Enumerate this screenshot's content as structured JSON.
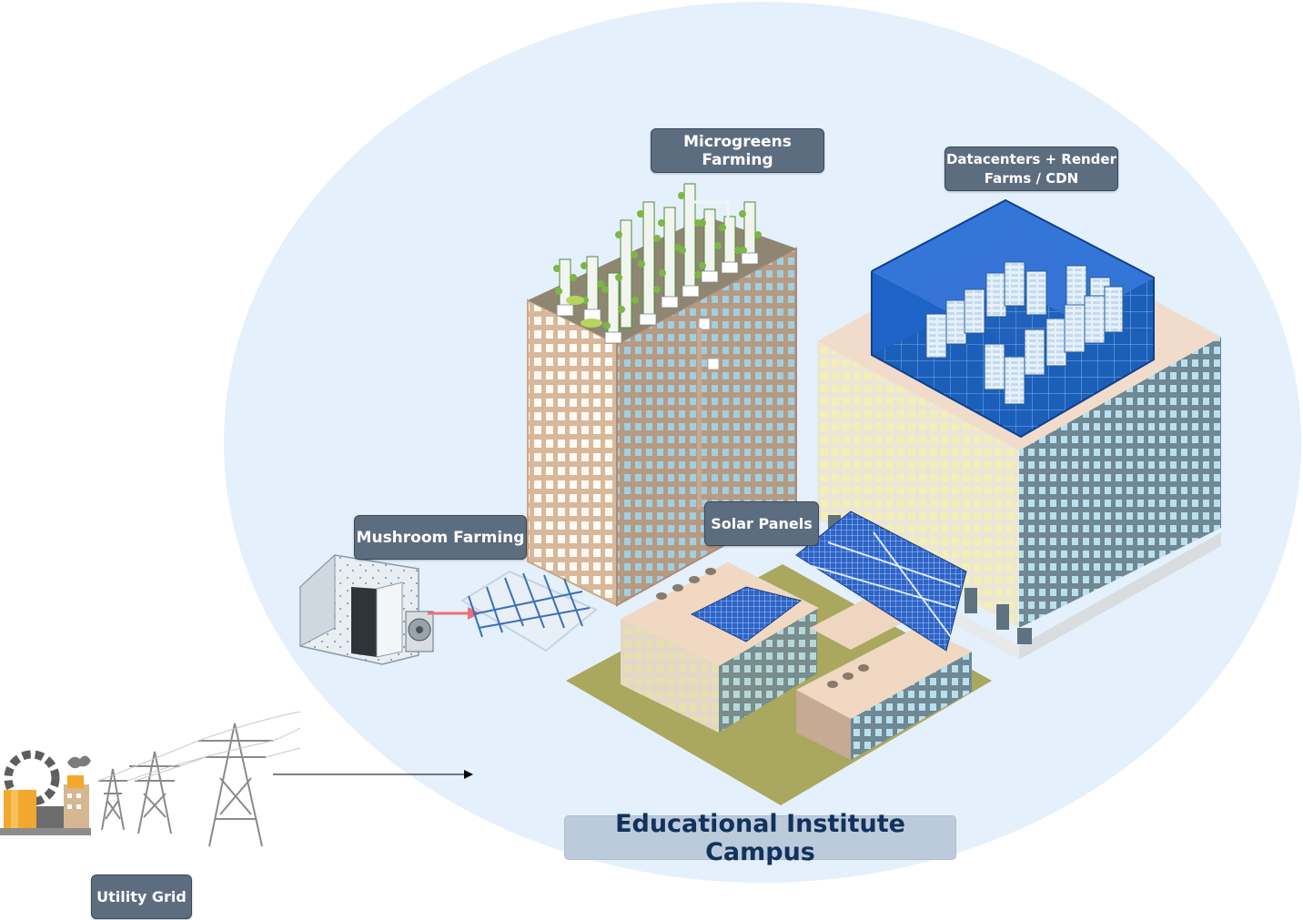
{
  "labels": {
    "microgreens": "Microgreens Farming",
    "datacenters_line1": "Datacenters + Render",
    "datacenters_line2": "Farms / CDN",
    "mushroom": "Mushroom Farming",
    "solar": "Solar Panels",
    "utility_grid": "Utility Grid",
    "campus": "Educational Institute Campus"
  },
  "colors": {
    "campus_zone": "#e4f0fb",
    "label_bg": "#5d6d80",
    "campus_label_bg": "#bccbdb",
    "campus_label_text": "#10325c",
    "connector_red": "#f07070",
    "grid_arrow": "#000000"
  },
  "icons": [
    "factory-icon",
    "power-tower-icon",
    "mushroom-cold-room-icon",
    "grow-rack-icon",
    "solar-panel-icon",
    "server-rack-icon",
    "hydroponic-tower-icon"
  ]
}
